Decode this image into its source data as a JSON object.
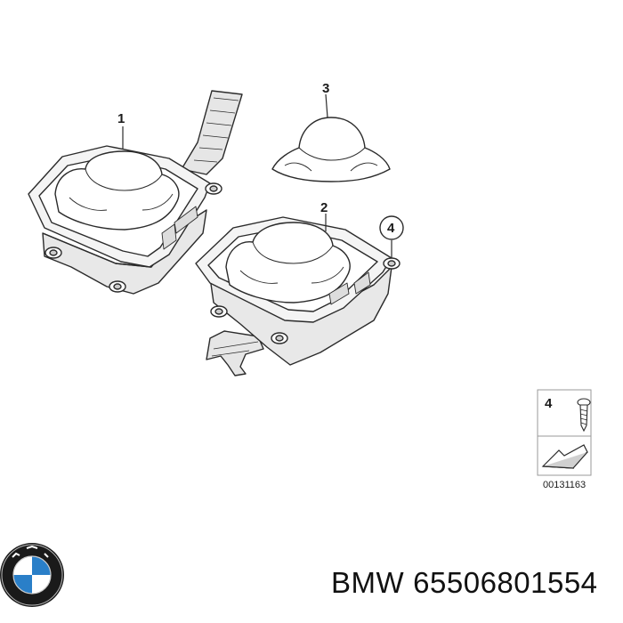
{
  "diagram": {
    "callouts": [
      "1",
      "2",
      "3",
      "4"
    ],
    "legend": {
      "part_number": "4",
      "drawing_number": "00131163"
    }
  },
  "footer": {
    "brand": "BMW",
    "part_number": "65506801554"
  },
  "colors": {
    "line": "#2b2b2b",
    "shade": "#d9d9d9",
    "light": "#eeeeee",
    "bmw_blue": "#2a7fc8"
  },
  "icons": [
    "bmw-logo-icon",
    "screw-icon",
    "arrow-icon"
  ]
}
